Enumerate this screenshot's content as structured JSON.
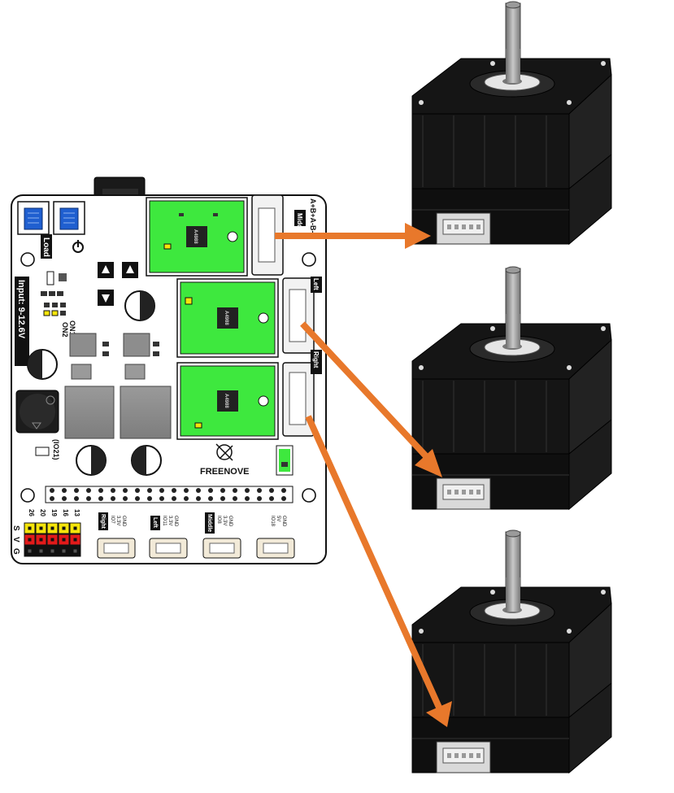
{
  "board": {
    "brand": "FREENOVE",
    "input_label": "Input: 9-12.6V",
    "load_label": "Load",
    "on1_label": "ON1",
    "on2_label": "ON2",
    "io21_label": "(IO21)",
    "port_labels": {
      "middle_top": "Middle",
      "ab_top": "A+B+A-B-",
      "left": "Left",
      "right": "Right"
    },
    "driver_chip": "A4988",
    "pin_numbers": [
      "26",
      "20",
      "19",
      "16",
      "13"
    ],
    "row_labels": [
      "S",
      "V",
      "G"
    ],
    "connectors": [
      {
        "tag": "Right",
        "lines": [
          "IO7",
          "3.3V",
          "GND"
        ]
      },
      {
        "tag": "Left",
        "lines": [
          "IO11",
          "3.3V",
          "GND"
        ]
      },
      {
        "tag": "Middle",
        "lines": [
          "IO8",
          "3.3V",
          "GND"
        ]
      },
      {
        "tag": "",
        "lines": [
          "IO18",
          "5V",
          "GND"
        ]
      }
    ]
  },
  "colors": {
    "arrow": "#e8782b",
    "driver_green": "#3ee83e",
    "pin_yellow": "#f5e50a",
    "pin_red": "#e21a1a",
    "switch_blue": "#1f5fd0",
    "motor_body": "#151515"
  },
  "icons": [
    "power-icon",
    "arrow-up-icon",
    "arrow-down-icon",
    "freenove-logo-icon"
  ],
  "motors": [
    "stepper-motor-top",
    "stepper-motor-middle",
    "stepper-motor-bottom"
  ]
}
